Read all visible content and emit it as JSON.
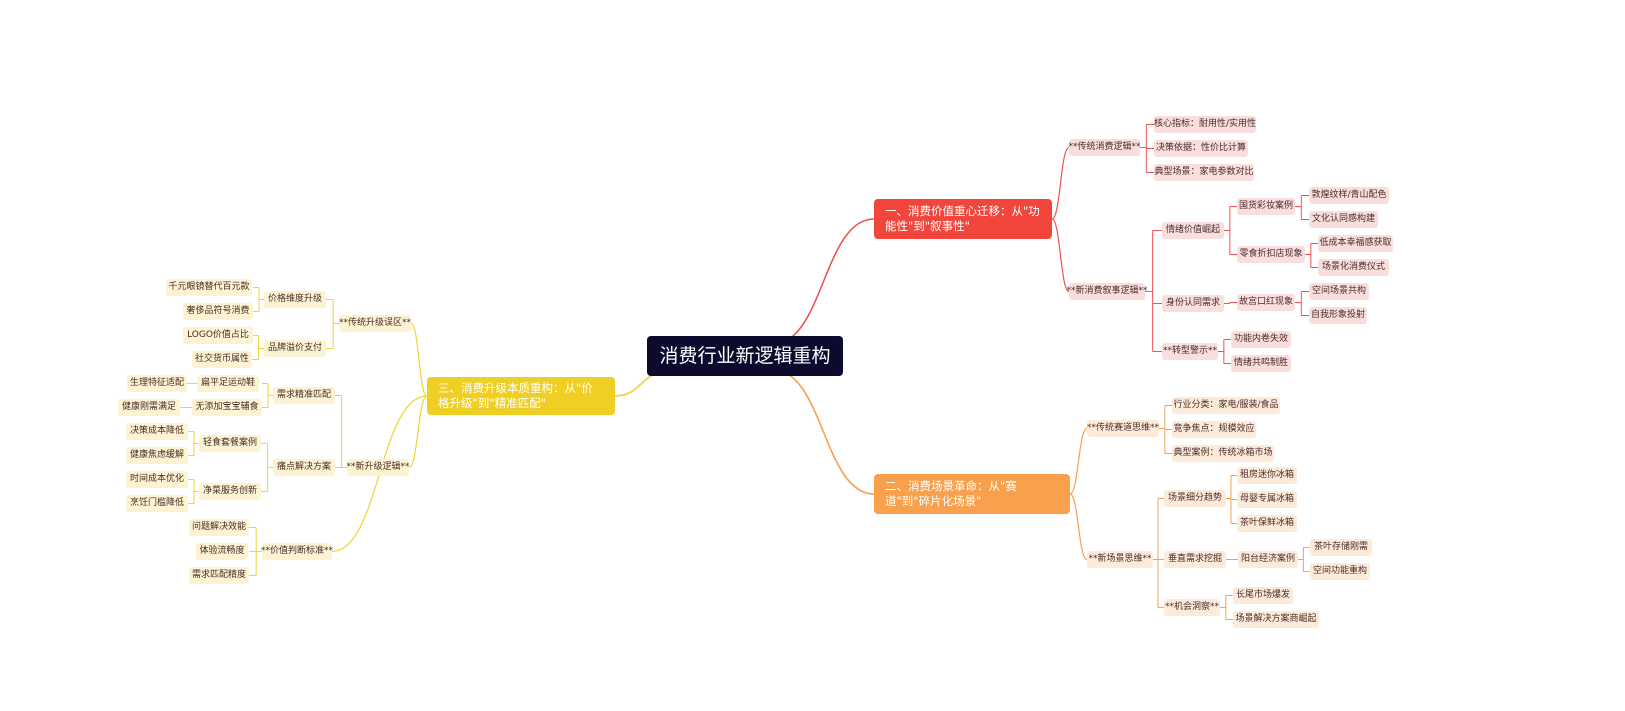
{
  "colors": {
    "root": "#0c0b2e",
    "branch1": "#f2453c",
    "branch2": "#f8a04b",
    "branch3": "#f0cf24",
    "line1": "#ee5252",
    "line2": "#f5a152",
    "line3": "#f1d334"
  },
  "root": {
    "label": "消费行业新逻辑重构"
  },
  "branches": [
    {
      "label": "一、消费价值重心迁移：从\"功能性\"到\"叙事性\"",
      "children": [
        {
          "label": "**传统消费逻辑**",
          "children": [
            {
              "label": "核心指标：耐用性/实用性"
            },
            {
              "label": "决策依据：性价比计算"
            },
            {
              "label": "典型场景：家电参数对比"
            }
          ]
        },
        {
          "label": "**新消费叙事逻辑**",
          "children": [
            {
              "label": "情绪价值崛起",
              "children": [
                {
                  "label": "国货彩妆案例",
                  "children": [
                    {
                      "label": "敦煌纹样/青山配色"
                    },
                    {
                      "label": "文化认同感构建"
                    }
                  ]
                },
                {
                  "label": "零食折扣店现象",
                  "children": [
                    {
                      "label": "低成本幸福感获取"
                    },
                    {
                      "label": "场景化消费仪式"
                    }
                  ]
                }
              ]
            },
            {
              "label": "身份认同需求",
              "children": [
                {
                  "label": "故宫口红现象",
                  "children": [
                    {
                      "label": "空间场景共构"
                    },
                    {
                      "label": "自我形象投射"
                    }
                  ]
                }
              ]
            },
            {
              "label": "**转型警示**",
              "children": [
                {
                  "label": "功能内卷失效"
                },
                {
                  "label": "情绪共鸣制胜"
                }
              ]
            }
          ]
        }
      ]
    },
    {
      "label": "二、消费场景革命：从\"赛道\"到\"碎片化场景\"",
      "children": [
        {
          "label": "**传统赛道思维**",
          "children": [
            {
              "label": "行业分类：家电/服装/食品"
            },
            {
              "label": "竞争焦点：规模效应"
            },
            {
              "label": "典型案例：传统冰箱市场"
            }
          ]
        },
        {
          "label": "**新场景思维**",
          "children": [
            {
              "label": "场景细分趋势",
              "children": [
                {
                  "label": "租房迷你冰箱"
                },
                {
                  "label": "母婴专属冰箱"
                },
                {
                  "label": "茶叶保鲜冰箱"
                }
              ]
            },
            {
              "label": "垂直需求挖掘",
              "children": [
                {
                  "label": "阳台经济案例",
                  "children": [
                    {
                      "label": "茶叶存储刚需"
                    },
                    {
                      "label": "空间功能重构"
                    }
                  ]
                }
              ]
            },
            {
              "label": "**机会洞察**",
              "children": [
                {
                  "label": "长尾市场爆发"
                },
                {
                  "label": "场景解决方案商崛起"
                }
              ]
            }
          ]
        }
      ]
    },
    {
      "label": "三、消费升级本质重构：从\"价格升级\"到\"精准匹配\"",
      "children": [
        {
          "label": "**传统升级误区**",
          "children": [
            {
              "label": "价格维度升级",
              "children": [
                {
                  "label": "千元眼镜替代百元款"
                },
                {
                  "label": "奢侈品符号消费"
                }
              ]
            },
            {
              "label": "品牌溢价支付",
              "children": [
                {
                  "label": "LOGO价值占比"
                },
                {
                  "label": "社交货币属性"
                }
              ]
            }
          ]
        },
        {
          "label": "**新升级逻辑**",
          "children": [
            {
              "label": "需求精准匹配",
              "children": [
                {
                  "label": "扁平足运动鞋",
                  "children": [
                    {
                      "label": "生理特征适配"
                    }
                  ]
                },
                {
                  "label": "无添加宝宝辅食",
                  "children": [
                    {
                      "label": "健康刚需满足"
                    }
                  ]
                }
              ]
            },
            {
              "label": "痛点解决方案",
              "children": [
                {
                  "label": "轻食套餐案例",
                  "children": [
                    {
                      "label": "决策成本降低"
                    },
                    {
                      "label": "健康焦虑缓解"
                    }
                  ]
                },
                {
                  "label": "净菜服务创新",
                  "children": [
                    {
                      "label": "时间成本优化"
                    },
                    {
                      "label": "烹饪门槛降低"
                    }
                  ]
                }
              ]
            }
          ]
        },
        {
          "label": "**价值判断标准**",
          "children": [
            {
              "label": "问题解决效能"
            },
            {
              "label": "体验流畅度"
            },
            {
              "label": "需求匹配精度"
            }
          ]
        }
      ]
    }
  ]
}
